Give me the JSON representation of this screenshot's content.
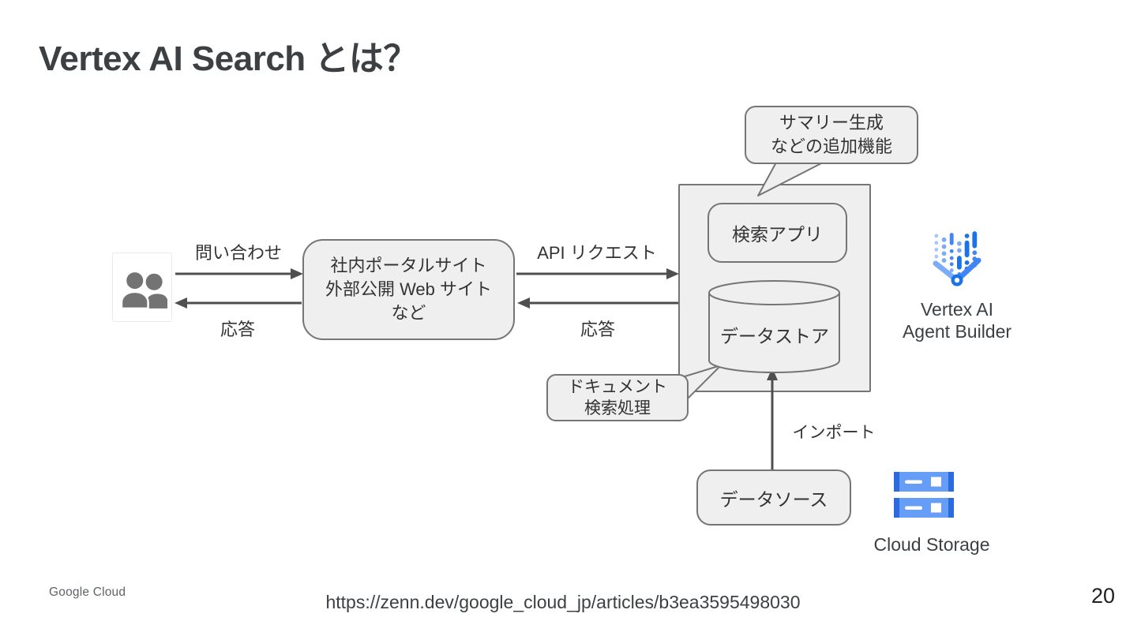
{
  "slide": {
    "title": "Vertex AI Search とは？",
    "footer": {
      "logo": "Google Cloud",
      "url": "https://zenn.dev/google_cloud_jp/articles/b3ea3595498030",
      "page_number": "20"
    }
  },
  "diagram": {
    "arrow_labels": {
      "inquiry": "問い合わせ",
      "response_user": "応答",
      "api_request": "API リクエスト",
      "response_api": "応答",
      "import": "インポート"
    },
    "nodes": {
      "users_icon": "people-icon",
      "portal": {
        "line1": "社内ポータルサイト",
        "line2": "外部公開 Web サイト",
        "line3": "など"
      },
      "search_app": {
        "label": "検索アプリ"
      },
      "data_store": {
        "label": "データストア",
        "shape": "database-cylinder"
      },
      "data_source": {
        "label": "データソース"
      }
    },
    "callouts": {
      "summary": {
        "line1": "サマリー生成",
        "line2": "などの追加機能"
      },
      "document": {
        "line1": "ドキュメント",
        "line2": "検索処理"
      }
    },
    "products": {
      "agent_builder": {
        "icon": "vertex-ai-agent-builder-icon",
        "line1": "Vertex AI",
        "line2": "Agent Builder"
      },
      "cloud_storage": {
        "icon": "cloud-storage-icon",
        "label": "Cloud Storage"
      }
    },
    "colors": {
      "shape_fill": "#efefef",
      "shape_border": "#757575",
      "arrow": "#4f4f4f",
      "diagram_text": "#333333",
      "title_text": "#3c4043",
      "footer_gray": "#5f6368",
      "blue_dark": "#1a73e8",
      "blue_mid": "#4285f4",
      "blue_light": "#8ab4f8",
      "storage_blue": "#669df6",
      "storage_edge_blue": "#2b6bdd",
      "person_gray": "#737373"
    }
  }
}
